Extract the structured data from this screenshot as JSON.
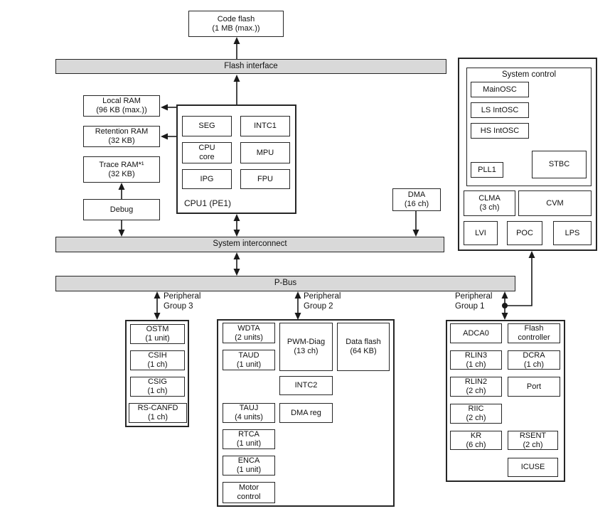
{
  "bars": {
    "flash_interface": "Flash interface",
    "system_interconnect": "System interconnect",
    "p_bus": "P-Bus"
  },
  "memory": {
    "code_flash": "Code flash\n(1 MB (max.))",
    "local_ram": "Local RAM\n(96 KB (max.))",
    "retention_ram": "Retention RAM\n(32 KB)",
    "trace_ram": "Trace RAM*¹\n(32 KB)",
    "debug": "Debug"
  },
  "cpu": {
    "label": "CPU1 (PE1)",
    "units": {
      "seg": "SEG",
      "intc1": "INTC1",
      "cpu_core": "CPU\ncore",
      "mpu": "MPU",
      "ipg": "IPG",
      "fpu": "FPU"
    }
  },
  "dma": "DMA\n(16 ch)",
  "system_control": {
    "title": "System control",
    "clock": {
      "mainosc": "MainOSC",
      "ls_intosc": "LS IntOSC",
      "hs_intosc": "HS IntOSC",
      "pll1": "PLL1",
      "stbc": "STBC"
    },
    "supervision": {
      "clma": "CLMA\n(3 ch)",
      "cvm": "CVM",
      "lvi": "LVI",
      "poc": "POC",
      "lps": "LPS"
    }
  },
  "groups": {
    "group3": {
      "label": "Peripheral\nGroup 3",
      "items": {
        "ostm": "OSTM\n(1 unit)",
        "csih": "CSIH\n(1 ch)",
        "csig": "CSIG\n(1 ch)",
        "rs_canfd": "RS-CANFD\n(1 ch)"
      }
    },
    "group2": {
      "label": "Peripheral\nGroup 2",
      "items": {
        "wdta": "WDTA\n(2 units)",
        "taud": "TAUD\n(1 unit)",
        "pwm_diag": "PWM-Diag\n(13 ch)",
        "data_flash": "Data flash\n(64 KB)",
        "intc2": "INTC2",
        "tauj": "TAUJ\n(4 units)",
        "dma_reg": "DMA reg",
        "rtca": "RTCA\n(1 unit)",
        "enca": "ENCA\n(1 unit)",
        "motor_control": "Motor\ncontrol"
      }
    },
    "group1": {
      "label": "Peripheral\nGroup 1",
      "items": {
        "adca0": "ADCA0",
        "flash_controller": "Flash\ncontroller",
        "rlin3": "RLIN3\n(1 ch)",
        "dcra": "DCRA\n(1 ch)",
        "rlin2": "RLIN2\n(2 ch)",
        "port": "Port",
        "riic": "RIIC\n(2 ch)",
        "kr": "KR\n(6 ch)",
        "rsent": "RSENT\n(2 ch)",
        "icuse": "ICUSE"
      }
    }
  },
  "colors": {
    "bus_fill": "#d9d9d9",
    "line": "#1a1a1a",
    "box_border": "#262626"
  }
}
